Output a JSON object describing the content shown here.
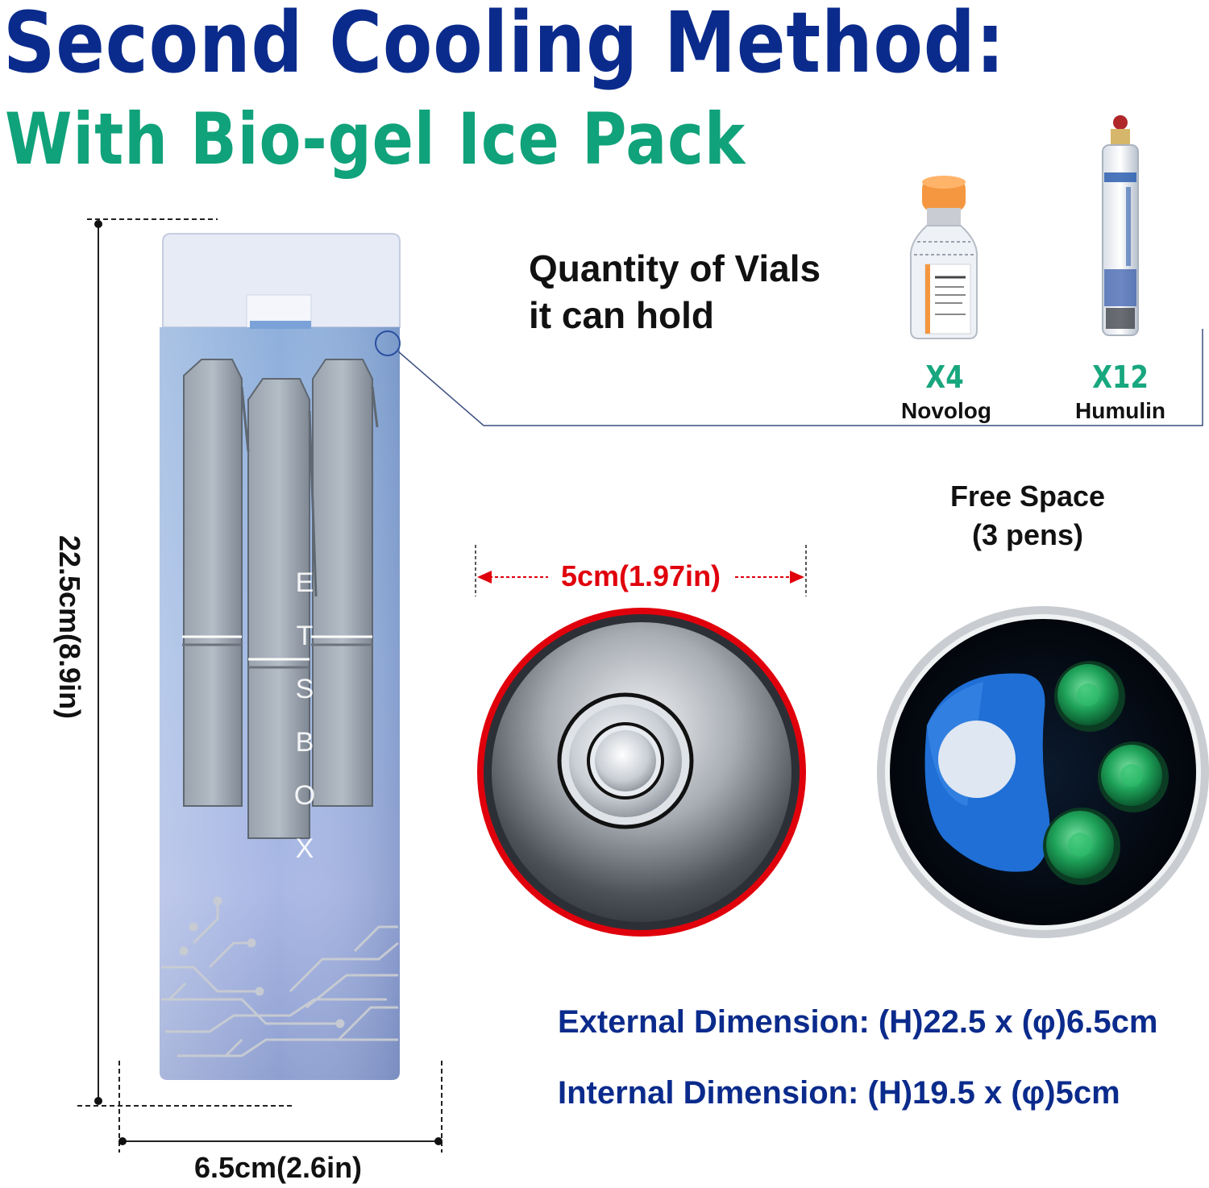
{
  "title": {
    "line1": "Second Cooling Method:",
    "line2": "With Bio-gel Ice Pack",
    "line1_color": "#0b2b8c",
    "line2_color": "#10a27a"
  },
  "vials": {
    "heading_line1": "Quantity of Vials",
    "heading_line2": "it can hold",
    "items": [
      {
        "count": "X4",
        "name": "Novolog"
      },
      {
        "count": "X12",
        "name": "Humulin"
      }
    ],
    "count_color": "#18a77e"
  },
  "product": {
    "brand_letters": [
      "E",
      "T",
      "S",
      "B",
      "O",
      "X"
    ],
    "height_label": "22.5cm(8.9in)",
    "width_label": "6.5cm(2.6in)"
  },
  "lid_view": {
    "diameter_label": "5cm(1.97in)",
    "accent_color": "#e0000c"
  },
  "interior_view": {
    "label_line1": "Free Space",
    "label_line2": "(3 pens)"
  },
  "dimensions": {
    "external": "External Dimension: (H)22.5 x (φ)6.5cm",
    "internal": "Internal Dimension: (H)19.5 x (φ)5cm",
    "color": "#0b2b8c"
  }
}
